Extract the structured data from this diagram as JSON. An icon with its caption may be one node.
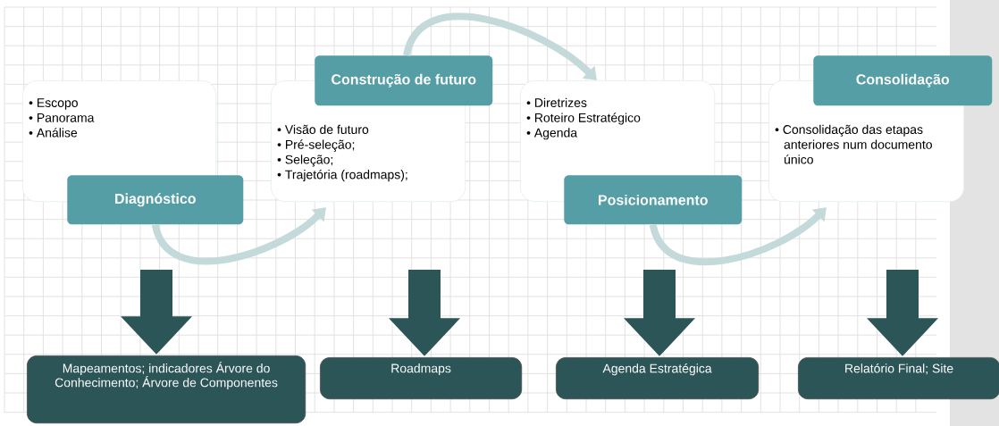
{
  "diagram": {
    "nodes": [
      {
        "text": [
          "• Escopo",
          "• Panorama",
          "• Análise"
        ]
      },
      {
        "text": [
          "Diagnóstico"
        ]
      },
      {
        "text": [
          "• Visão de futuro",
          "• Pré-seleção;",
          "• Seleção;",
          "• Trajetória (roadmaps);"
        ]
      },
      {
        "text": [
          "Construção de futuro"
        ]
      },
      {
        "text": [
          "• Diretrizes",
          "• Roteiro Estratégico",
          "• Agenda"
        ]
      },
      {
        "text": [
          "Posicionamento"
        ]
      },
      {
        "text": [
          "• Consolidação das etapas anteriores num documento único"
        ]
      },
      {
        "text": [
          "Consolidação"
        ]
      },
      {
        "text": [
          "Mapeamentos; indicadores Árvore do Conhecimento; Árvore de Componentes"
        ]
      },
      {
        "text": [
          "Roadmaps"
        ]
      },
      {
        "text": [
          "Agenda Estratégica"
        ]
      },
      {
        "text": [
          "Relatório Final; Site"
        ]
      }
    ],
    "edges": [
      {
        "from": 1,
        "to": 2,
        "arrow": "to",
        "color": "#c3d9da"
      },
      {
        "from": 3,
        "to": 4,
        "arrow": "to",
        "color": "#c3d9da"
      },
      {
        "from": 5,
        "to": 6,
        "arrow": "to",
        "color": "#c3d9da"
      },
      {
        "from": null,
        "to": 8,
        "arrow": "to"
      },
      {
        "from": null,
        "to": 9,
        "arrow": "to"
      },
      {
        "from": null,
        "to": 10,
        "arrow": "to"
      },
      {
        "from": null,
        "to": 11,
        "arrow": "to"
      }
    ]
  }
}
